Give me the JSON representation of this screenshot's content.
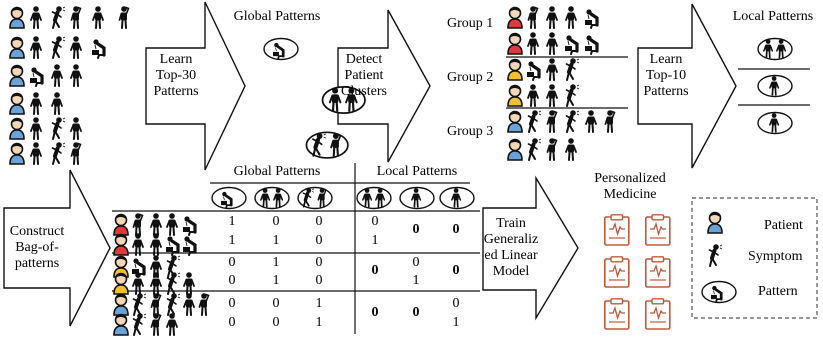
{
  "arrows": {
    "learn_top30": [
      "Learn",
      "Top-30",
      "Patterns"
    ],
    "detect_clusters": [
      "Detect",
      "Patient",
      "Clusters"
    ],
    "learn_top10": [
      "Learn",
      "Top-10",
      "Patterns"
    ],
    "construct_bop": [
      "Construct",
      "Bag-of-",
      "patterns"
    ],
    "train_glm": [
      "Train",
      "Generaliz",
      "ed Linear",
      "Model"
    ]
  },
  "global_patterns_title": "Global Patterns",
  "local_patterns_title": "Local Patterns",
  "groups": [
    "Group 1",
    "Group 2",
    "Group 3"
  ],
  "table": {
    "global_header": "Global Patterns",
    "local_header": "Local Patterns",
    "rows": [
      [
        "1",
        "0",
        "0",
        "0",
        "0",
        "0"
      ],
      [
        "1",
        "1",
        "0",
        "1",
        "",
        ""
      ],
      [
        "0",
        "1",
        "0",
        "0",
        "0",
        "0"
      ],
      [
        "0",
        "1",
        "0",
        "",
        "1",
        ""
      ],
      [
        "0",
        "0",
        "1",
        "0",
        "0",
        "0"
      ],
      [
        "0",
        "0",
        "1",
        "",
        "",
        "1"
      ]
    ]
  },
  "output_title": [
    "Personalized",
    "Medicine"
  ],
  "legend": {
    "patient": "Patient",
    "symptom": "Symptom",
    "pattern": "Pattern"
  },
  "colors": {
    "patient_blue": "#6aa3d8",
    "patient_red": "#e3383d",
    "patient_yellow": "#f2c02e",
    "clipboard": "#c0583a"
  }
}
